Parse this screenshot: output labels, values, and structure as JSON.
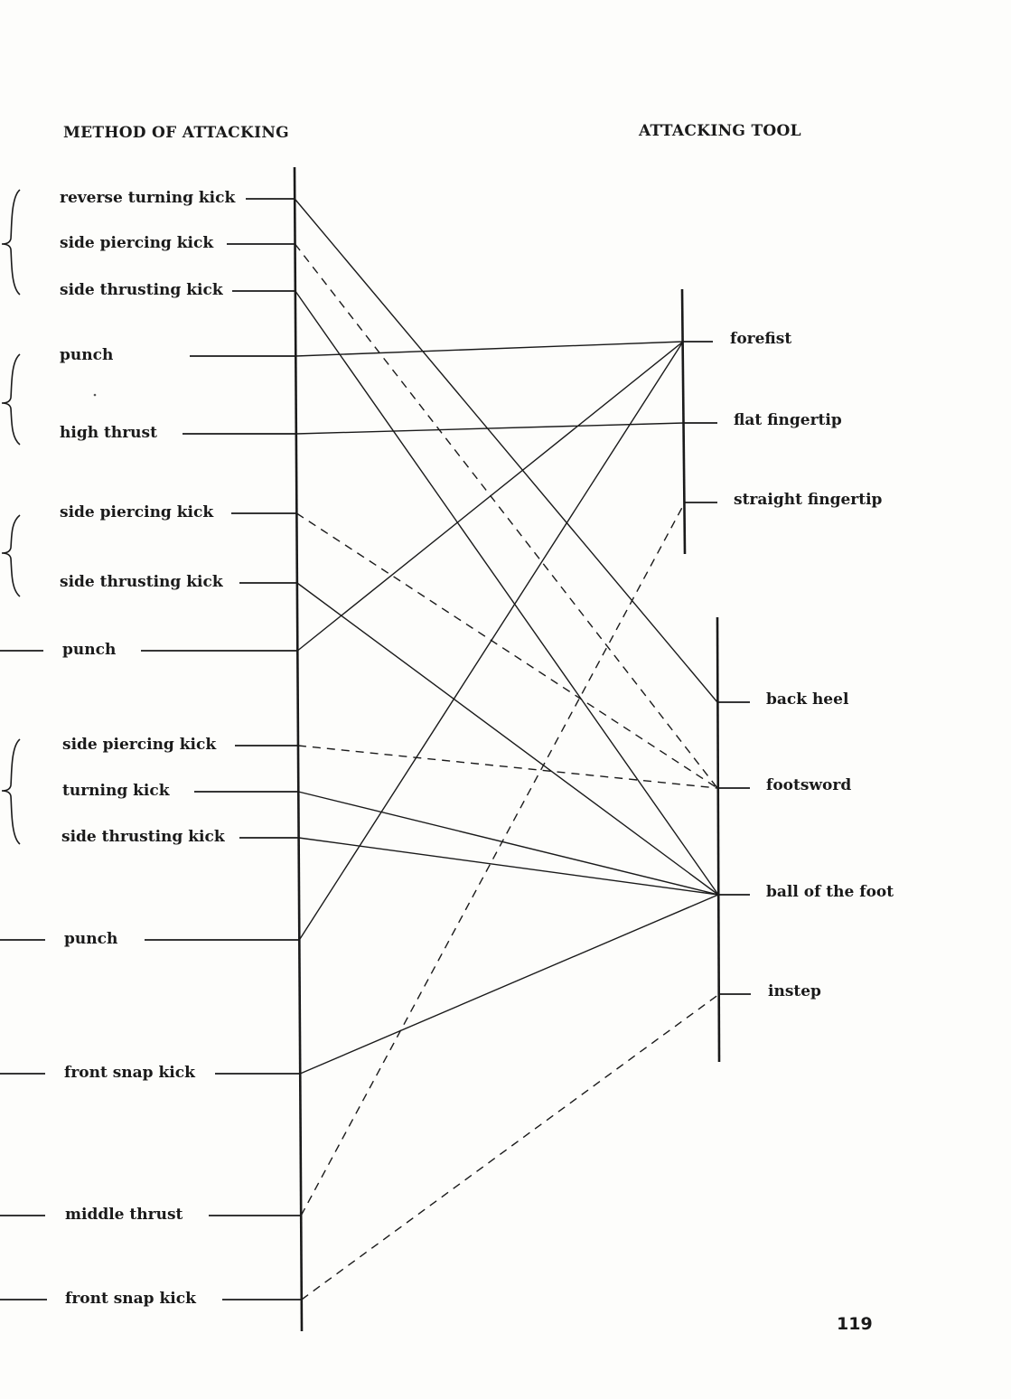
{
  "header": {
    "left_title": "METHOD OF ATTACKING",
    "right_title": "ATTACKING TOOL"
  },
  "page_number": "119",
  "methods": [
    {
      "id": "m0",
      "label": "reverse turning kick"
    },
    {
      "id": "m1",
      "label": "side piercing kick"
    },
    {
      "id": "m2",
      "label": "side thrusting kick"
    },
    {
      "id": "m3",
      "label": "punch"
    },
    {
      "id": "m4",
      "label": "high thrust"
    },
    {
      "id": "m5",
      "label": "side piercing kick"
    },
    {
      "id": "m6",
      "label": "side thrusting kick"
    },
    {
      "id": "m7",
      "label": "punch"
    },
    {
      "id": "m8",
      "label": "side piercing kick"
    },
    {
      "id": "m9",
      "label": "turning kick"
    },
    {
      "id": "m10",
      "label": "side thrusting kick"
    },
    {
      "id": "m11",
      "label": "punch"
    },
    {
      "id": "m12",
      "label": "front snap kick"
    },
    {
      "id": "m13",
      "label": "middle thrust"
    },
    {
      "id": "m14",
      "label": "front snap kick"
    }
  ],
  "tools": [
    {
      "id": "t0",
      "group": "hand",
      "label": "forefist"
    },
    {
      "id": "t1",
      "group": "hand",
      "label": "flat fingertip"
    },
    {
      "id": "t2",
      "group": "hand",
      "label": "straight fingertip"
    },
    {
      "id": "t3",
      "group": "foot",
      "label": "back heel"
    },
    {
      "id": "t4",
      "group": "foot",
      "label": "footsword"
    },
    {
      "id": "t5",
      "group": "foot",
      "label": "ball of the foot"
    },
    {
      "id": "t6",
      "group": "foot",
      "label": "instep"
    }
  ],
  "connections": [
    {
      "from": "m0",
      "to": "t3",
      "style": "solid"
    },
    {
      "from": "m1",
      "to": "t4",
      "style": "dashed"
    },
    {
      "from": "m2",
      "to": "t5",
      "style": "solid"
    },
    {
      "from": "m3",
      "to": "t0",
      "style": "solid"
    },
    {
      "from": "m4",
      "to": "t1",
      "style": "solid"
    },
    {
      "from": "m5",
      "to": "t4",
      "style": "dashed"
    },
    {
      "from": "m6",
      "to": "t5",
      "style": "solid"
    },
    {
      "from": "m7",
      "to": "t0",
      "style": "solid"
    },
    {
      "from": "m8",
      "to": "t4",
      "style": "dashed"
    },
    {
      "from": "m9",
      "to": "t5",
      "style": "solid"
    },
    {
      "from": "m10",
      "to": "t5",
      "style": "solid"
    },
    {
      "from": "m11",
      "to": "t0",
      "style": "solid"
    },
    {
      "from": "m12",
      "to": "t5",
      "style": "solid"
    },
    {
      "from": "m13",
      "to": "t2",
      "style": "dashed"
    },
    {
      "from": "m14",
      "to": "t6",
      "style": "dashed"
    }
  ],
  "method_groups": [
    {
      "members": [
        "m0",
        "m1",
        "m2"
      ],
      "marker": "brace"
    },
    {
      "members": [
        "m3",
        "m4"
      ],
      "marker": "brace"
    },
    {
      "members": [
        "m5",
        "m6"
      ],
      "marker": "brace"
    },
    {
      "members": [
        "m7"
      ],
      "marker": "line"
    },
    {
      "members": [
        "m8",
        "m9",
        "m10"
      ],
      "marker": "brace"
    },
    {
      "members": [
        "m11"
      ],
      "marker": "line"
    },
    {
      "members": [
        "m12"
      ],
      "marker": "line"
    },
    {
      "members": [
        "m13"
      ],
      "marker": "line"
    },
    {
      "members": [
        "m14"
      ],
      "marker": "line"
    }
  ]
}
